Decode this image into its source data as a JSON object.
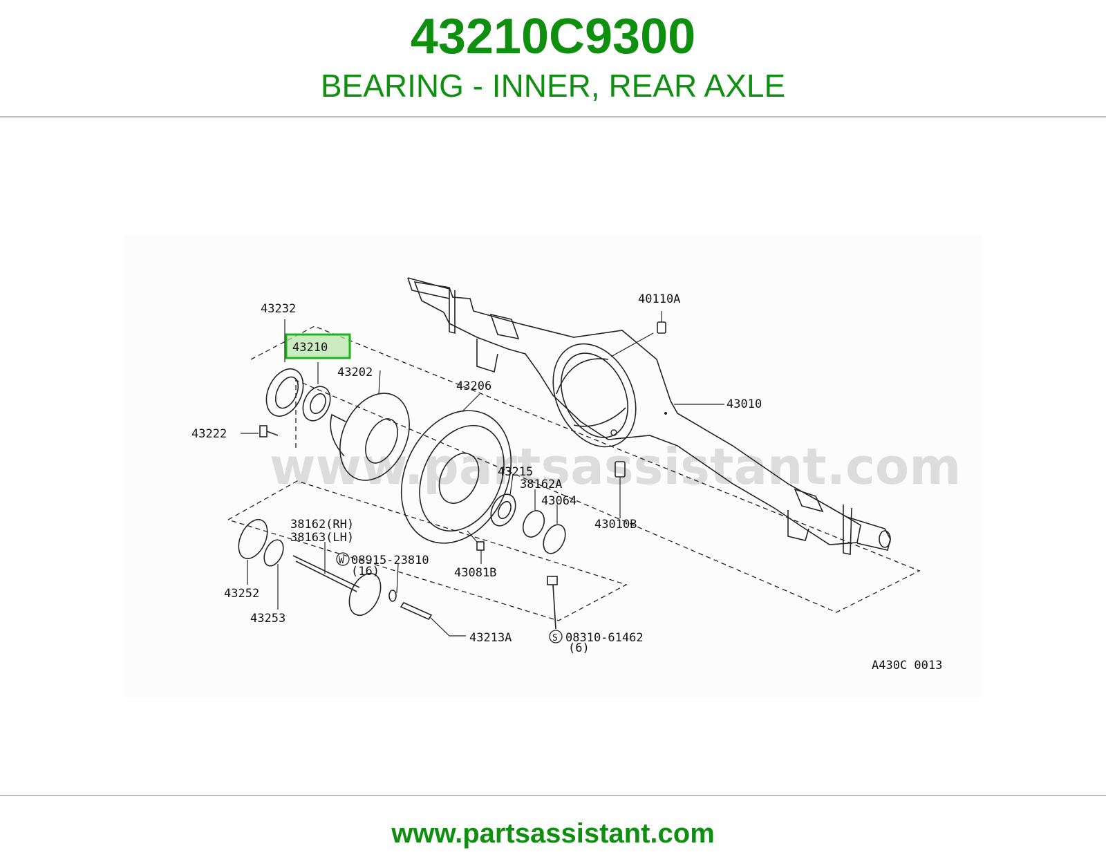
{
  "header": {
    "part_number": "43210C9300",
    "description": "BEARING - INNER, REAR AXLE"
  },
  "diagram": {
    "watermark": "www.partsassistant.com",
    "figure_code": "A430C 0013",
    "highlighted_part": "43210",
    "labels": {
      "p43232": "43232",
      "p43210": "43210",
      "p43202": "43202",
      "p43206": "43206",
      "p40110A": "40110A",
      "p43010": "43010",
      "p43222": "43222",
      "p43215": "43215",
      "p38162A": "38162A",
      "p43064": "43064",
      "p43010B": "43010B",
      "p38162RH": "38162(RH)",
      "p38163LH": "38163(LH)",
      "p08915": "08915-23810",
      "p08915_qty": "(16)",
      "p43081B": "43081B",
      "p43252": "43252",
      "p43253": "43253",
      "p43213A": "43213A",
      "p08310": "08310-61462",
      "p08310_qty": "(6)",
      "w_symbol": "W",
      "s_symbol": "S"
    }
  },
  "colors": {
    "brand_green": "#0f8f0f",
    "highlight_border": "#18b418",
    "highlight_fill": "#b6e6a6"
  },
  "footer": {
    "url": "www.partsassistant.com"
  }
}
